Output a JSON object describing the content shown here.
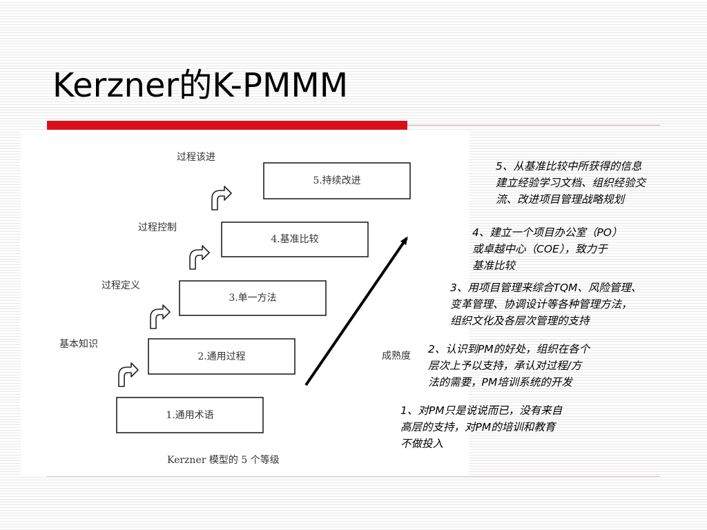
{
  "slide": {
    "title": "Kerzner的K-PMMM",
    "accent_color": "#d9101a",
    "rule_color": "#c8a8a8"
  },
  "figure": {
    "caption": "Kerzner 模型的 5 个等级",
    "maturity_label": "成熟度",
    "stage_labels": [
      "基本知识",
      "过程定义",
      "过程控制",
      "过程该进"
    ],
    "levels": [
      "1.通用术语",
      "2.通用过程",
      "3.单一方法",
      "4.基准比较",
      "5.持续改进"
    ]
  },
  "descriptions": [
    {
      "lines": [
        "5、从基准比较中所获得的信息",
        "建立经验学习文档、组织经验交",
        "流、改进项目管理战略规划"
      ]
    },
    {
      "lines": [
        "4、建立一个项目办公室（PO）",
        "或卓越中心（COE），致力于",
        "基准比较"
      ]
    },
    {
      "lines": [
        "3、用项目管理来综合TQM、风险管理、",
        "变革管理、协调设计等各种管理方法，",
        "组织文化及各层次管理的支持"
      ]
    },
    {
      "lines": [
        "2、认识到PM的好处，组织在各个",
        "层次上予以支持，承认对过程/方",
        "法的需要，PM培训系统的开发"
      ]
    },
    {
      "lines": [
        "1、对PM只是说说而已，没有来自",
        "高层的支持，对PM的培训和教育",
        "不做投入"
      ]
    }
  ]
}
